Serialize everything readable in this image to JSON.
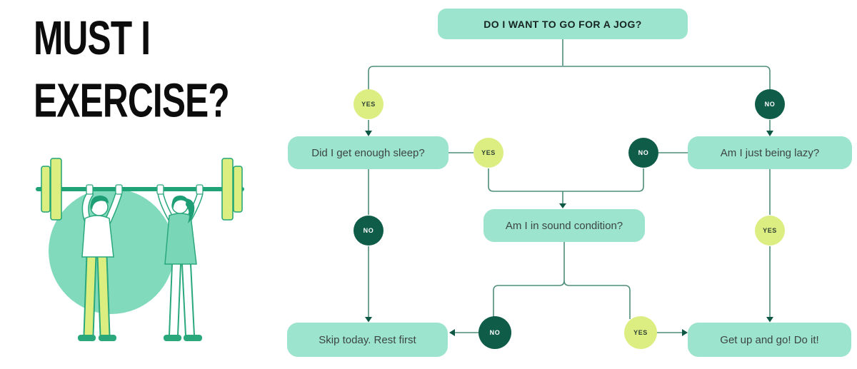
{
  "title": {
    "line1": "MUST I",
    "line2": "EXERCISE?"
  },
  "flowchart": {
    "root": {
      "label": "DO I WANT TO GO FOR A JOG?"
    },
    "q_sleep": {
      "label": "Did I get enough sleep?"
    },
    "q_lazy": {
      "label": "Am I just being lazy?"
    },
    "q_sound": {
      "label": "Am I in sound condition?"
    },
    "a_skip": {
      "label": "Skip today. Rest first"
    },
    "a_go": {
      "label": "Get up and go! Do it!"
    },
    "badges": {
      "yes": "YES",
      "no": "NO"
    }
  },
  "illustration": {
    "description": "Two people lifting a barbell overhead in front of a teal circle"
  },
  "colors": {
    "node_fill": "#9de4ce",
    "yes_fill": "#dcee82",
    "no_fill": "#0f5c49",
    "connector": "#4f8e7c",
    "arrow": "#0d5745",
    "accent_green": "#1fa377",
    "lime": "#dcee7f",
    "teal_light": "#82dabd",
    "title_text": "#0c0c0c",
    "node_text": "#3c4543"
  }
}
